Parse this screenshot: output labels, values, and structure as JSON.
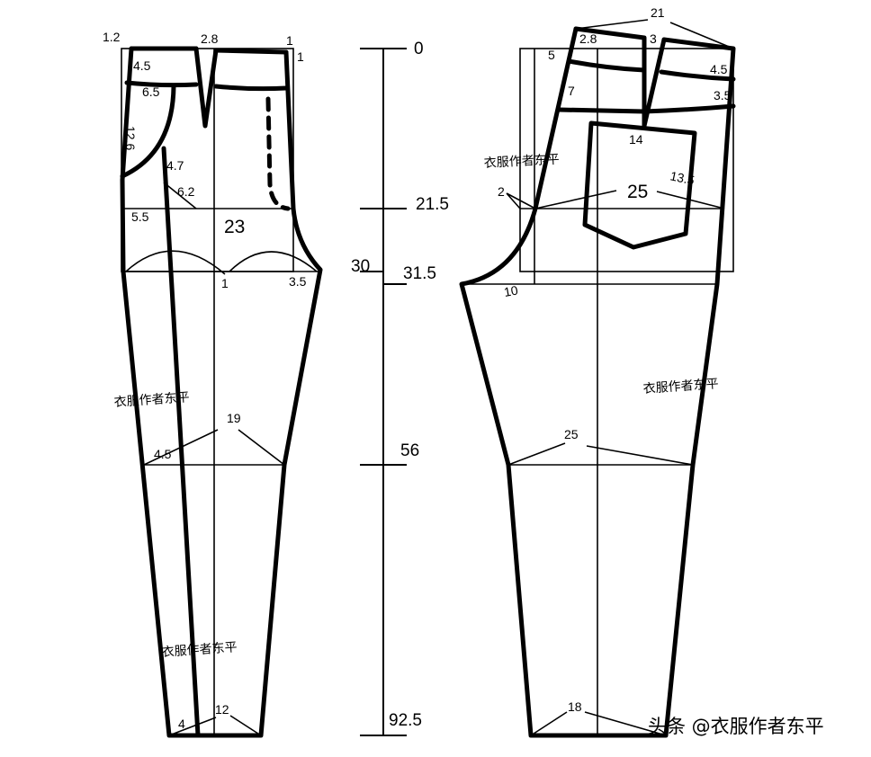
{
  "front_labels": [
    "1.2",
    "2.8",
    "1",
    "1",
    "4.5",
    "6.5",
    "12.6",
    "4.7",
    "6.2",
    "5.5",
    "23",
    "1",
    "3.5",
    "19",
    "4.5",
    "12",
    "4"
  ],
  "back_labels": [
    "21",
    "2.8",
    "3",
    "5",
    "4.5",
    "7",
    "3.5",
    "14",
    "13.5",
    "2",
    "25",
    "10",
    "25",
    "18"
  ],
  "scale_labels": [
    "0",
    "21.5",
    "30",
    "31.5",
    "56",
    "92.5"
  ],
  "watermarks": [
    "衣服作者东平",
    "衣服作者东平",
    "衣服作者东平",
    "衣服作者东平"
  ],
  "credit": "头条 @衣服作者东平"
}
